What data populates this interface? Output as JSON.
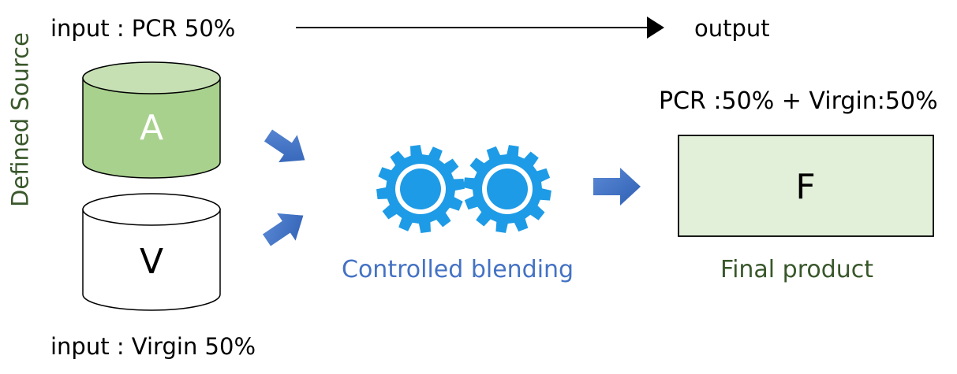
{
  "labels": {
    "input_top": "input : PCR 50%",
    "output": "output",
    "input_bottom": "input : Virgin 50%",
    "defined_source": "Defined Source",
    "formula": "PCR :50% + Virgin:50%",
    "controlled_blending": "Controlled blending",
    "final_product": "Final product"
  },
  "nodes": {
    "source_a": "A",
    "source_v": "V",
    "final": "F"
  },
  "colors": {
    "green_fill": "#a9d18e",
    "green_top": "#c6e0b4",
    "final_fill": "#e2f0d9",
    "dark_green_text": "#38572a",
    "blue_text": "#4472c4",
    "gear_blue": "#1e9be6",
    "arrow_blue": "#3f6fc2"
  },
  "icons": {
    "blending": "gears-icon",
    "flow_arrows": "blue-arrow-icon"
  }
}
